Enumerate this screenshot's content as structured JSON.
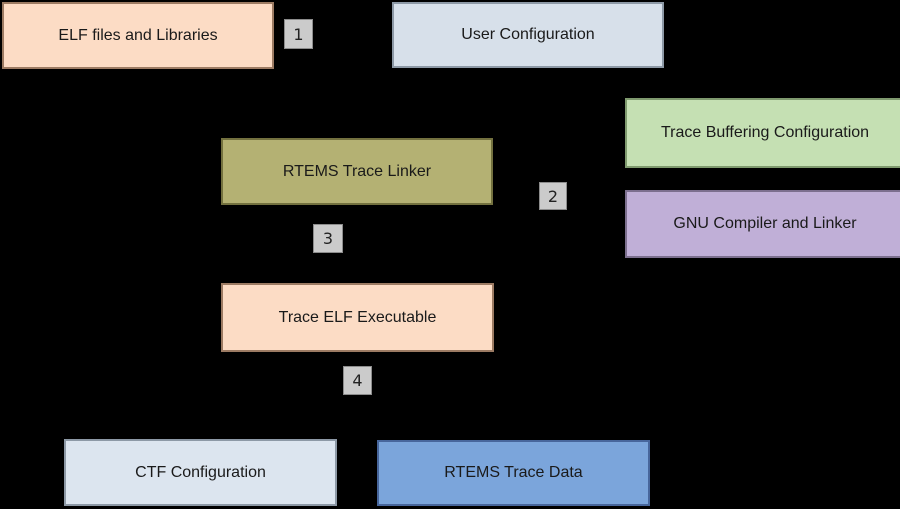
{
  "nodes": {
    "elf_files": {
      "label": "ELF files and Libraries",
      "fill": "#FCDCC5"
    },
    "user_configuration": {
      "label": "User Configuration",
      "fill": "#D7E0EA"
    },
    "trace_buffering_configuration": {
      "label": "Trace Buffering Configuration",
      "fill": "#C5E0B3"
    },
    "gnu_compiler_and_linker": {
      "label": "GNU Compiler and Linker",
      "fill": "#C0AFD7"
    },
    "rtems_trace_linker": {
      "label": "RTEMS Trace Linker",
      "fill": "#B4B173"
    },
    "trace_elf_executable": {
      "label": "Trace ELF Executable",
      "fill": "#FCDCC5"
    },
    "ctf_configuration": {
      "label": "CTF Configuration",
      "fill": "#DCE5EF"
    },
    "rtems_trace_data": {
      "label": "RTEMS Trace Data",
      "fill": "#7BA5DB"
    }
  },
  "steps": {
    "s1": "1",
    "s2": "2",
    "s3": "3",
    "s4": "4"
  },
  "colors": {
    "background": "#000000",
    "step_fill": "#CBCBCB",
    "step_border": "#8C8C8C",
    "node_text": "#1A1A1A"
  }
}
